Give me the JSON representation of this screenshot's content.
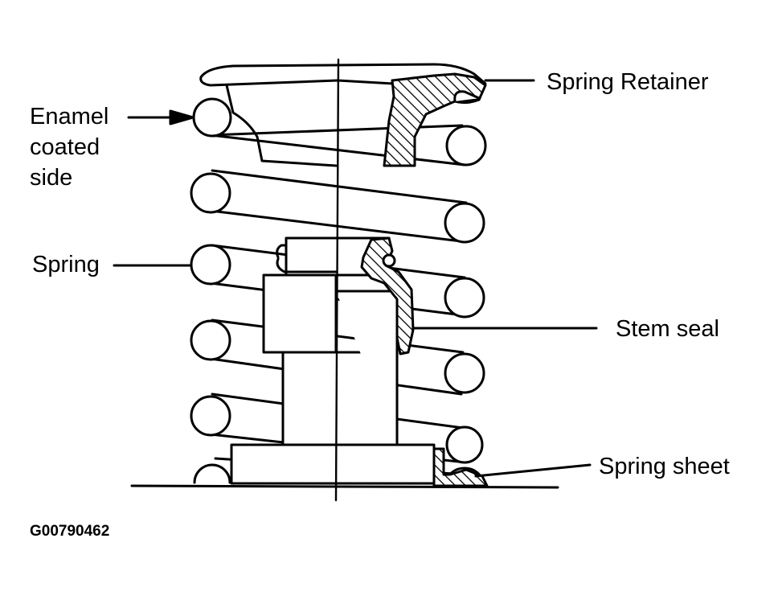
{
  "labels": {
    "spring_retainer": "Spring Retainer",
    "enamel_line1": "Enamel",
    "enamel_line2": "coated",
    "enamel_line3": "side",
    "spring": "Spring",
    "stem_seal": "Stem seal",
    "spring_sheet": "Spring sheet"
  },
  "figure_code": "G00790462",
  "colors": {
    "ink": "#000000",
    "background": "#ffffff"
  }
}
